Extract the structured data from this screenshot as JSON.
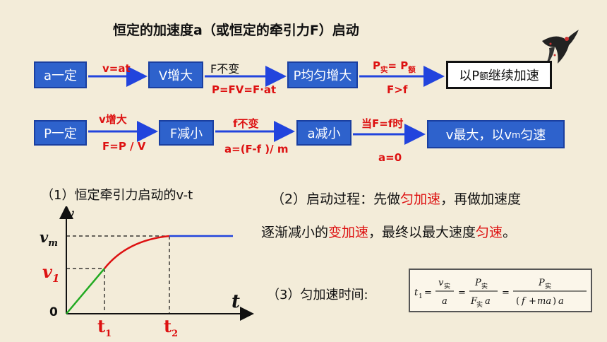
{
  "title": "恒定的加速度a（或恒定的牵引力F）启动",
  "row1": {
    "boxes": [
      "a一定",
      "V增大",
      "P均匀增大",
      "以P额继续加速"
    ],
    "labels": {
      "a1_top": "v=at",
      "a2_top": "F不变",
      "a2_bottom": "P=FV=F·at",
      "a3_top": "P实= P额",
      "a3_bottom": "F>f"
    }
  },
  "row2": {
    "boxes": [
      "P一定",
      "F减小",
      "a减小",
      "v最大，以vm匀速"
    ],
    "labels": {
      "a1_top": "v增大",
      "a1_bottom": "F=P / V",
      "a2_top": "f不变",
      "a2_bottom": "a=(F-f )/ m",
      "a3_top": "当F=f时",
      "a3_bottom": "a=0"
    }
  },
  "graph": {
    "caption": "（1）恒定牵引力启动的v-t",
    "y_axis": "v",
    "x_axis": "t",
    "origin": "0",
    "vm": "vm",
    "v1": "v1",
    "t1": "t1",
    "t2": "t2"
  },
  "text2": {
    "p1": "（2）启动过程：先做",
    "h1": "匀加速",
    "p2": "，再做加速度",
    "p3": "逐渐减小的",
    "h2": "变加速",
    "p4": "，最终以最大速度",
    "h3": "匀速",
    "p5": "。"
  },
  "text3": "（3）匀加速时间:",
  "formula": {
    "lhs": "t1 =",
    "f1_num": "v实",
    "f1_den": "a",
    "f2_num": "P实",
    "f2_den": "F实a",
    "f3_num": "P实",
    "f3_den": "(f + ma)a"
  },
  "colors": {
    "box": "#2e62cc",
    "accent_red": "#d11111",
    "green": "#22aa22",
    "blue_line": "#2244dd"
  }
}
